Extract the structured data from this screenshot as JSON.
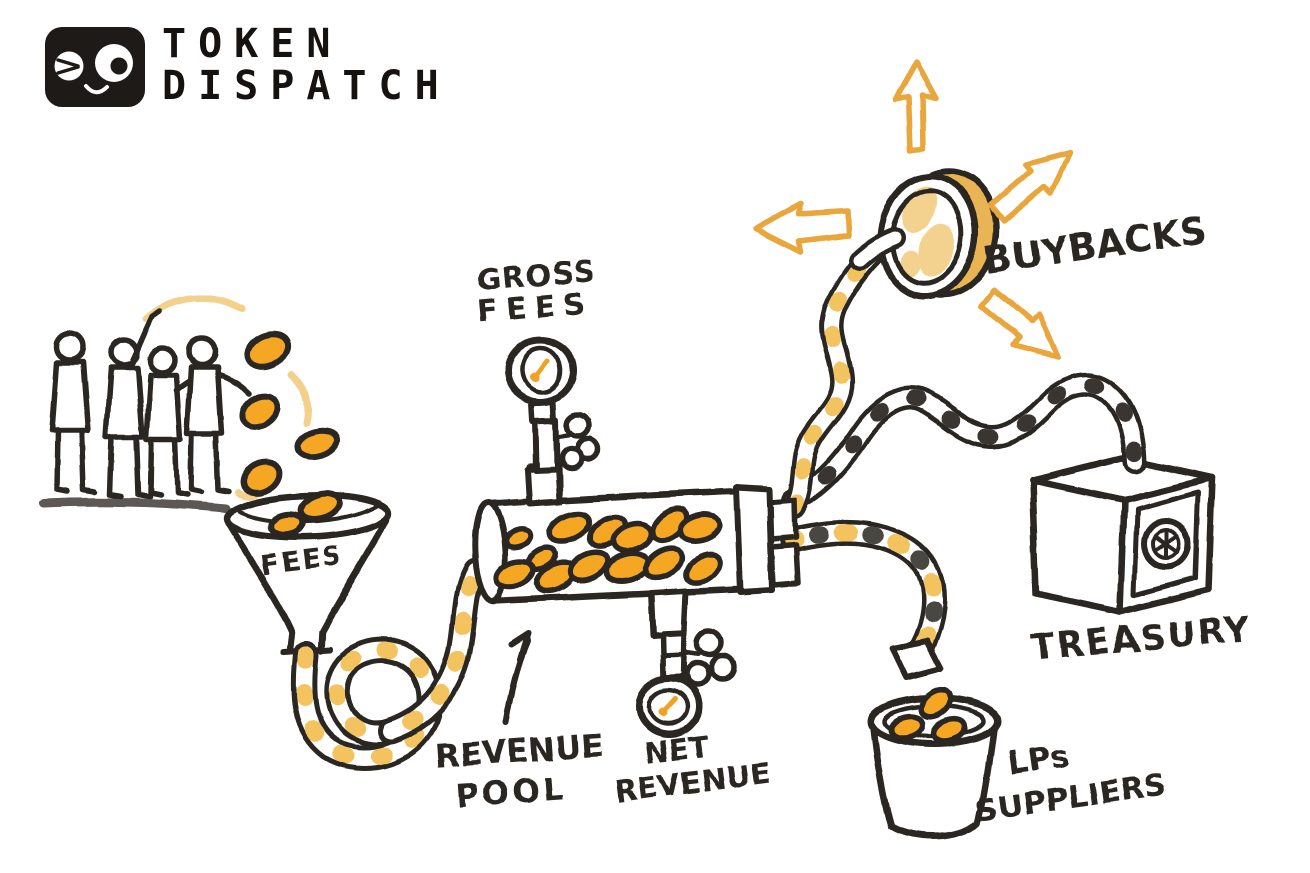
{
  "logo": {
    "line1": "TOKEN",
    "line2": "DISPATCH"
  },
  "labels": {
    "fees": "FEES",
    "gross_fees_1": "GROSS",
    "gross_fees_2": "FEES",
    "revenue_pool_1": "REVENUE",
    "revenue_pool_2": "POOL",
    "net_revenue_1": "NET",
    "net_revenue_2": "REVENUE",
    "buybacks": "BUYBACKS",
    "treasury": "TREASURY",
    "lps_1": "LPs",
    "lps_2": "SUPPLIERS"
  },
  "colors": {
    "ink": "#2a2520",
    "coin_orange": "#F5A623",
    "coin_gold": "#E9B452",
    "stripe_sand": "#F2C35F",
    "arrow_gold": "#E8A63E",
    "logo_black": "#1d1a17"
  }
}
